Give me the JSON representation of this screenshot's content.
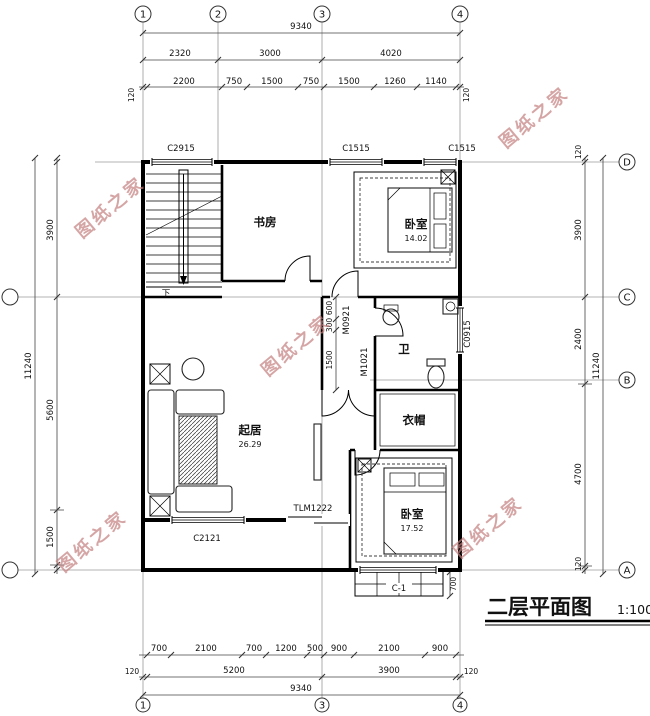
{
  "title": {
    "name": "二层平面图",
    "scale": "1:100"
  },
  "watermark": {
    "text": "图纸之家",
    "color": "#c4807f"
  },
  "axis": {
    "top": [
      "1",
      "2",
      "3",
      "4"
    ],
    "bottom": [
      "1",
      "3",
      "4"
    ],
    "right": [
      "D",
      "C",
      "B",
      "A"
    ]
  },
  "dims": {
    "top": {
      "total": "9340",
      "row2": [
        "2320",
        "3000",
        "4020"
      ],
      "row3": [
        "120",
        "2200",
        "750",
        "1500",
        "750",
        "1500",
        "1260",
        "1140",
        "120"
      ]
    },
    "bottom": {
      "row1": [
        "700",
        "2100",
        "700",
        "1200",
        "500",
        "900",
        "2100",
        "900"
      ],
      "row2": [
        "120",
        "5200",
        "3900",
        "120"
      ],
      "total": "9340"
    },
    "left": {
      "total": "11240",
      "segments": [
        "3900",
        "5600",
        "1500"
      ]
    },
    "right": {
      "total": "11240",
      "segments": [
        "120",
        "3900",
        "2400",
        "4700",
        "120"
      ]
    },
    "interior": {
      "hall": [
        "600",
        "300",
        "1500"
      ],
      "bay": "700"
    }
  },
  "rooms": {
    "study": {
      "name": "书房"
    },
    "bedroom1": {
      "name": "卧室",
      "area": "14.02"
    },
    "bath": {
      "name": "卫"
    },
    "cloak": {
      "name": "衣帽"
    },
    "living": {
      "name": "起居",
      "area": "26.29"
    },
    "bedroom2": {
      "name": "卧室",
      "area": "17.52"
    }
  },
  "labels": {
    "windows": {
      "top_left": "C2915",
      "top_mid": "C1515",
      "top_right": "C1515",
      "right": "C0915",
      "bottom": "C2121",
      "bay": "C-1"
    },
    "doors": {
      "bedroom": "M0921",
      "hall": "M1021",
      "terrace": "TLM1222"
    },
    "stairs_down": "下"
  }
}
